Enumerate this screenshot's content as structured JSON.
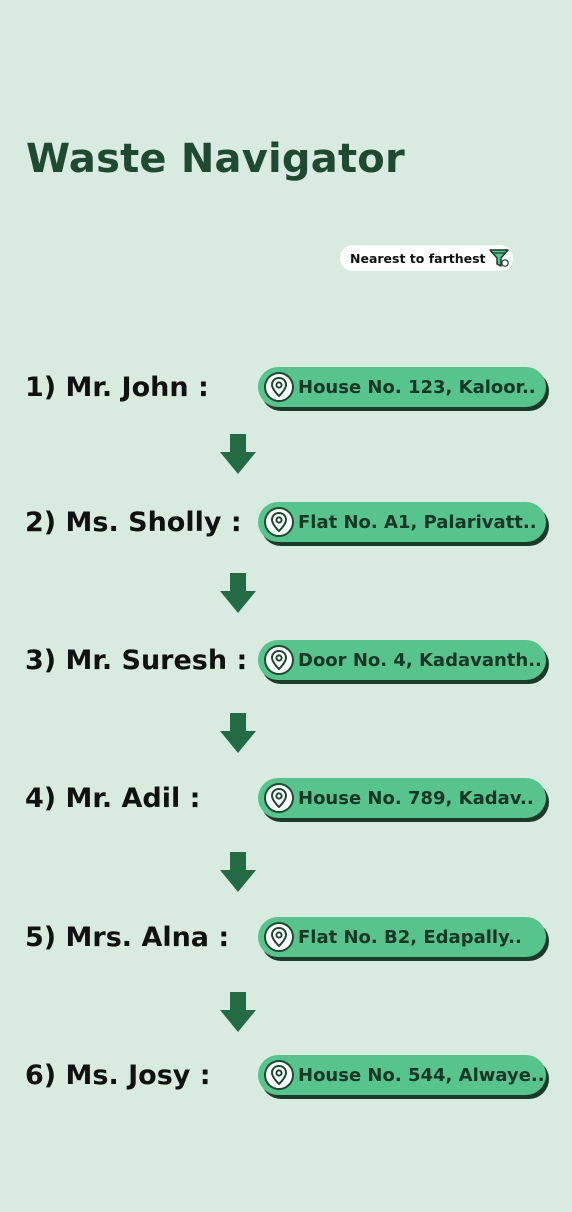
{
  "header": {
    "title": "Waste Navigator"
  },
  "sort": {
    "label": "Nearest to farthest",
    "icon": "filter-icon"
  },
  "colors": {
    "background": "#d9ebe1",
    "title": "#1f4a32",
    "pill": "#58c48d",
    "pill_shadow": "#1a3a2a",
    "arrow": "#236b47"
  },
  "route": [
    {
      "label": "1) Mr. John :",
      "address": "House No. 123, Kaloor.."
    },
    {
      "label": "2) Ms. Sholly :",
      "address": "Flat No. A1, Palarivatt.."
    },
    {
      "label": "3) Mr. Suresh :",
      "address": "Door No. 4, Kadavanth.."
    },
    {
      "label": "4) Mr. Adil :",
      "address": "House No. 789, Kadav.."
    },
    {
      "label": "5) Mrs. Alna :",
      "address": "Flat No. B2, Edapally.."
    },
    {
      "label": "6) Ms. Josy :",
      "address": "House No. 544, Alwaye.."
    }
  ]
}
